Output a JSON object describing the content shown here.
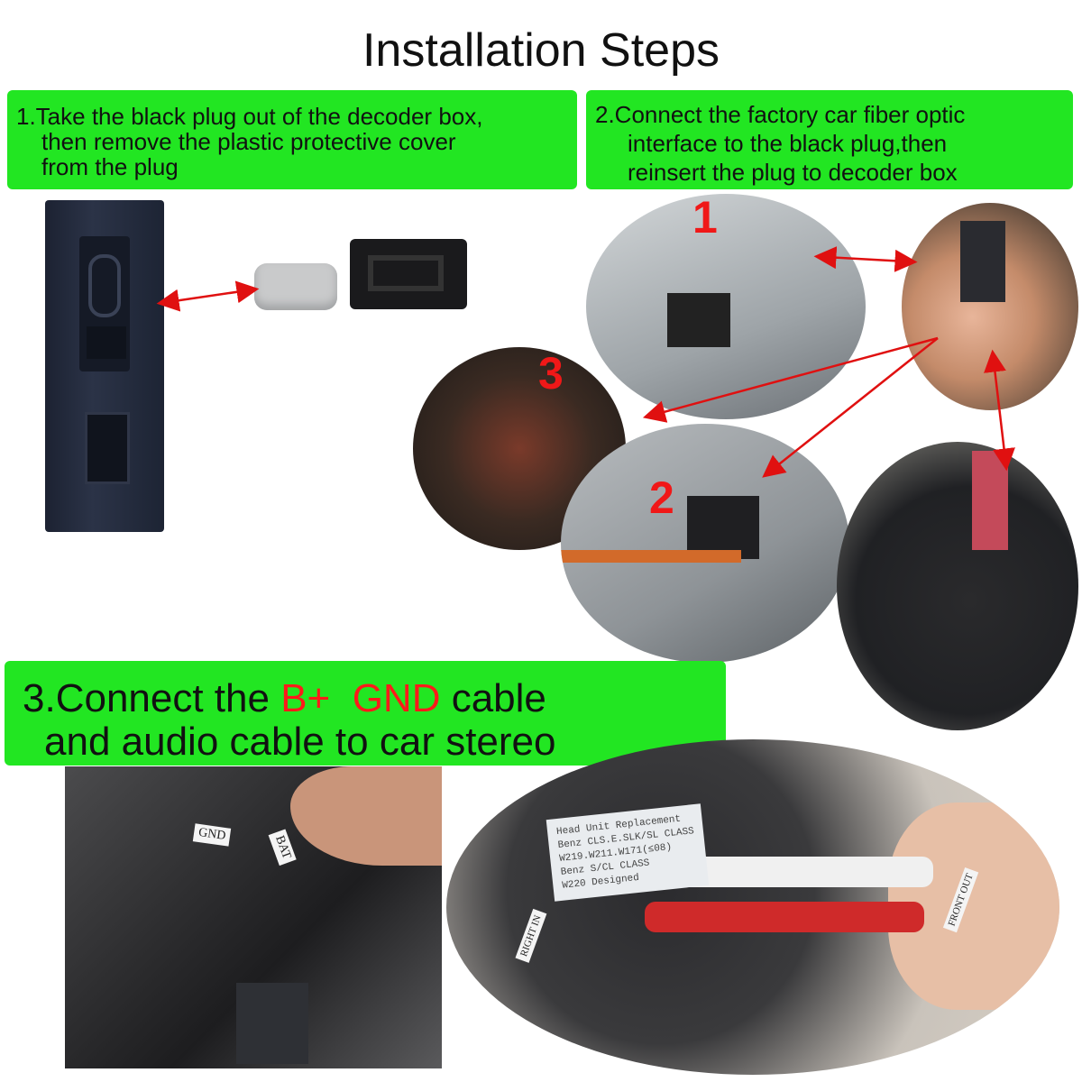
{
  "title": "Installation Steps",
  "step1": {
    "lines": [
      "1.Take the black plug out of the decoder box,",
      "then remove the plastic protective cover",
      "from the plug"
    ]
  },
  "step2": {
    "lines": [
      "2.Connect the factory car fiber optic",
      "interface to the black plug,then",
      "reinsert the plug to decoder box"
    ]
  },
  "step3": {
    "prefix": "3.Connect the ",
    "b_plus": "B+",
    "gnd": "GND",
    "suffix": " cable",
    "line2": "and audio cable to car stereo"
  },
  "markers": [
    "1",
    "2",
    "3"
  ],
  "tags": {
    "gnd": "GND",
    "bat": "BAT",
    "front_out": "FRONT OUT",
    "right_in": "RIGHT IN"
  },
  "box_label": [
    "Head Unit Replacement",
    "Benz CLS.E.SLK/SL CLASS",
    "W219.W211.W171(≤08)",
    "Benz S/CL CLASS",
    "W220 Designed"
  ],
  "colors": {
    "step_bg": "#22e622",
    "highlight": "#ff1a1a",
    "arrow": "#e01010"
  }
}
